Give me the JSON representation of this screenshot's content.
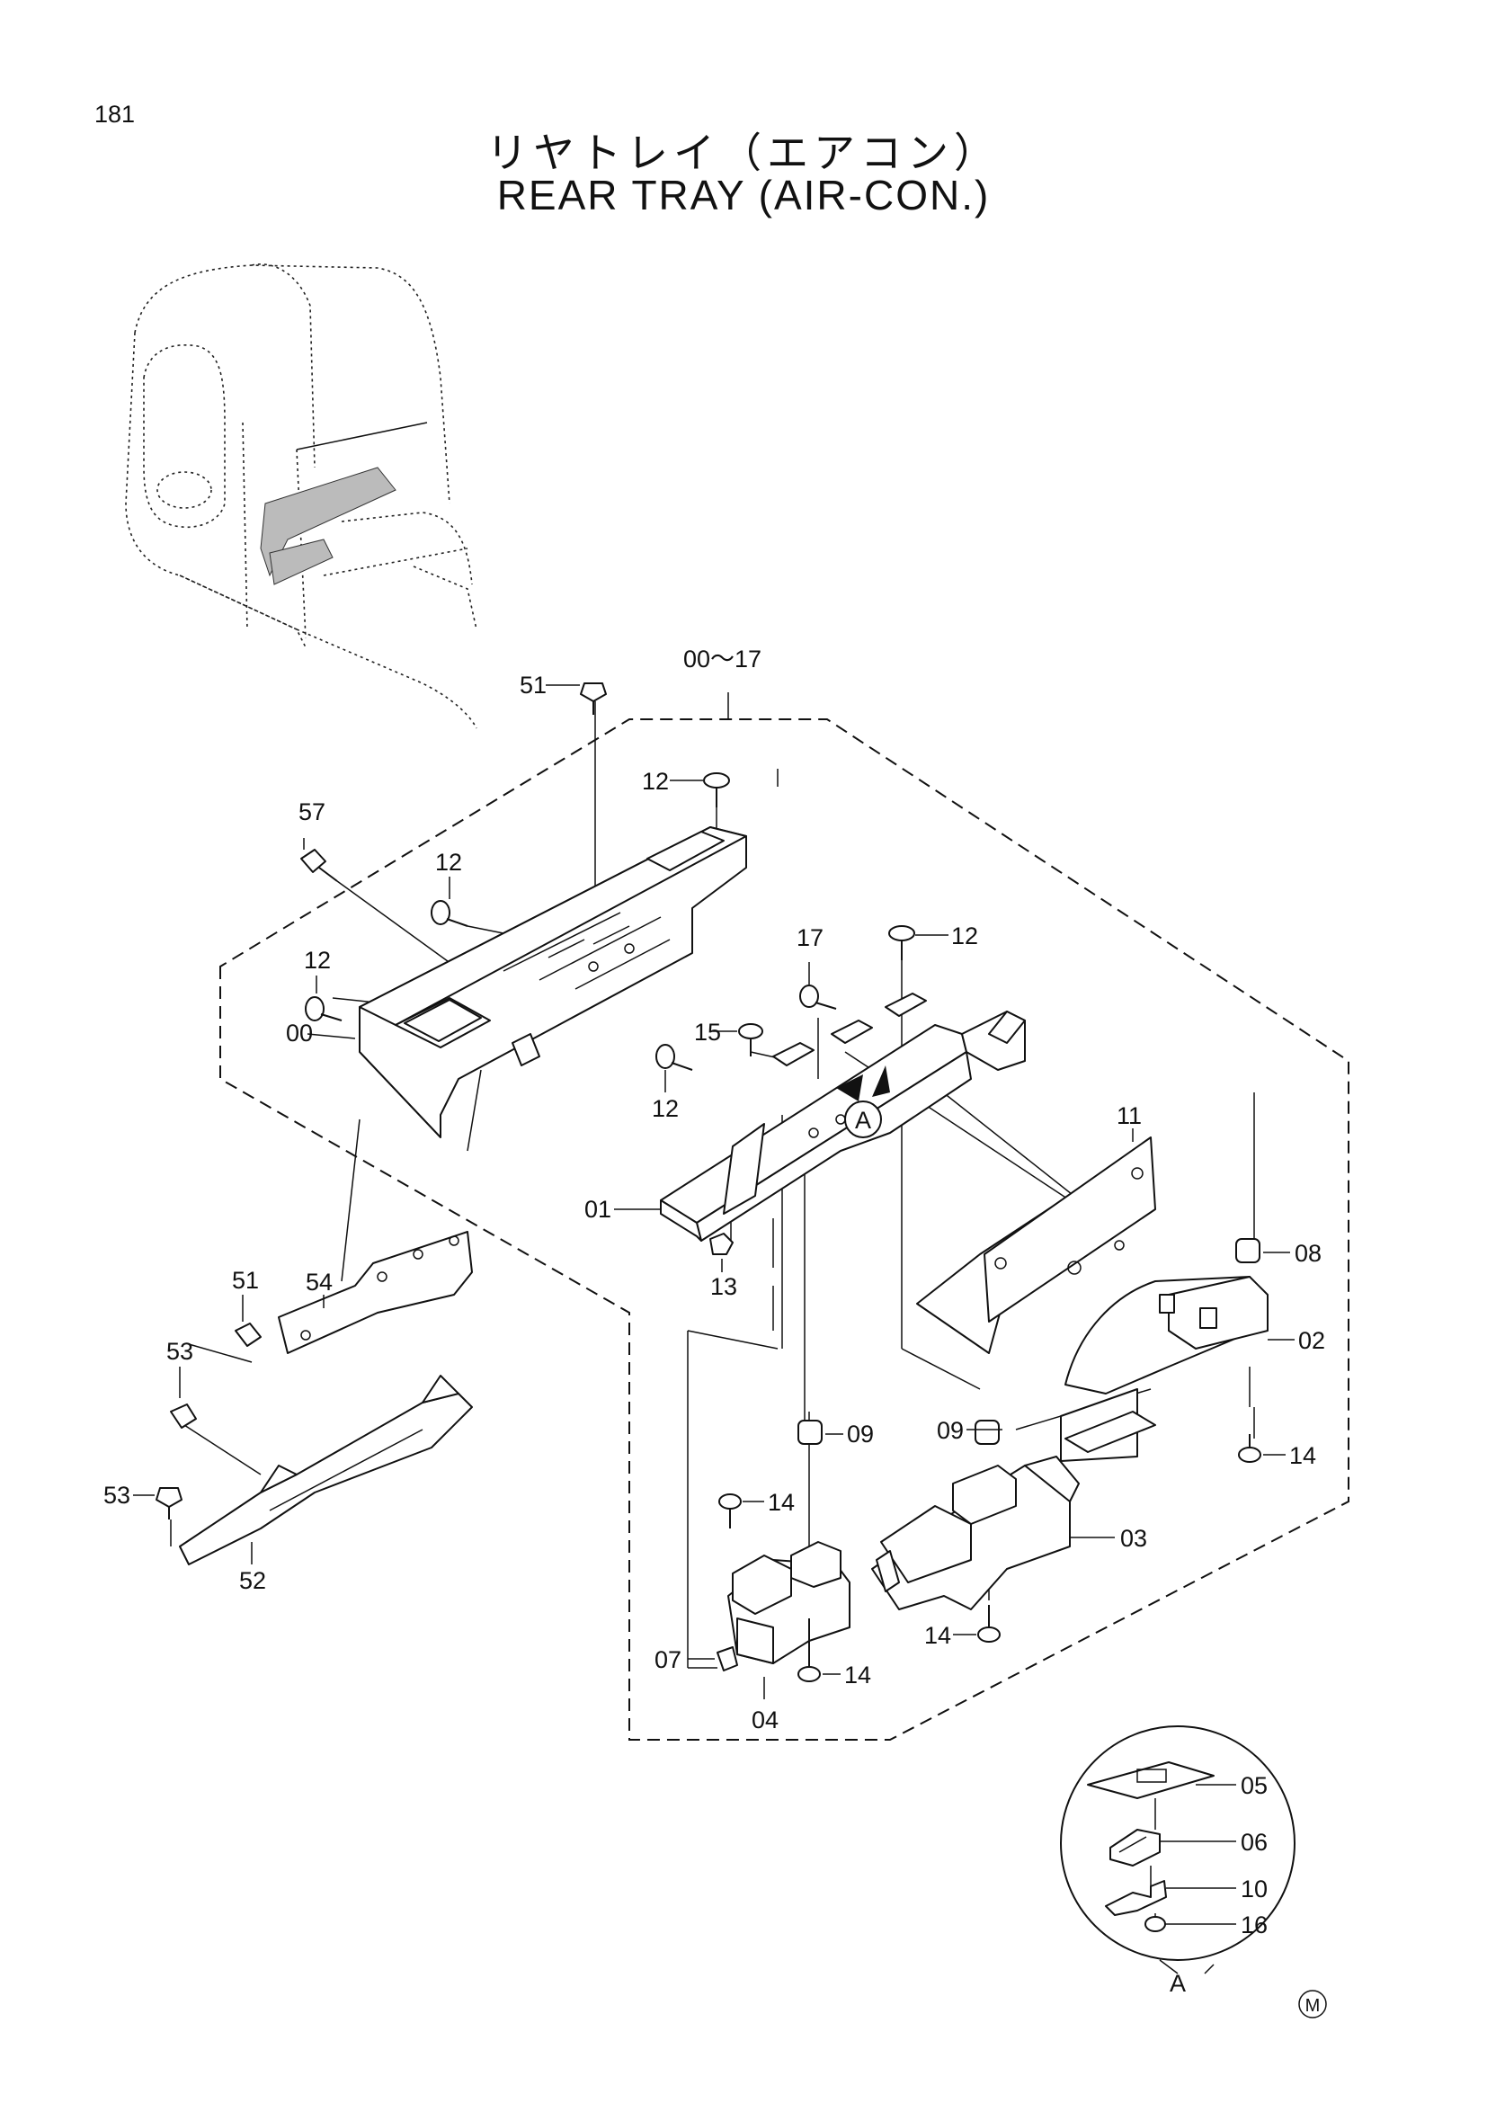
{
  "page_number": "181",
  "title_jp": "リヤトレイ（エアコン）",
  "title_en": "REAR TRAY (AIR-CON.)",
  "assembly_label": "00～17",
  "detail_marker": "A",
  "detail_view_label": "A",
  "corner_mark": "M",
  "callouts": {
    "p51a": "51",
    "p12a": "12",
    "p57": "57",
    "p12b": "12",
    "p12c": "12",
    "p00": "00",
    "p17": "17",
    "p12d": "12",
    "p15": "15",
    "p12e": "12",
    "p11": "11",
    "p01": "01",
    "p13": "13",
    "p08": "08",
    "p02": "02",
    "p51b": "51",
    "p54": "54",
    "p53a": "53",
    "p53b": "53",
    "p52": "52",
    "p09a": "09",
    "p09b": "09",
    "p14a": "14",
    "p14b": "14",
    "p03": "03",
    "p14c": "14",
    "p07": "07",
    "p14d": "14",
    "p04": "04",
    "p05": "05",
    "p06": "06",
    "p10": "10",
    "p16": "16"
  }
}
